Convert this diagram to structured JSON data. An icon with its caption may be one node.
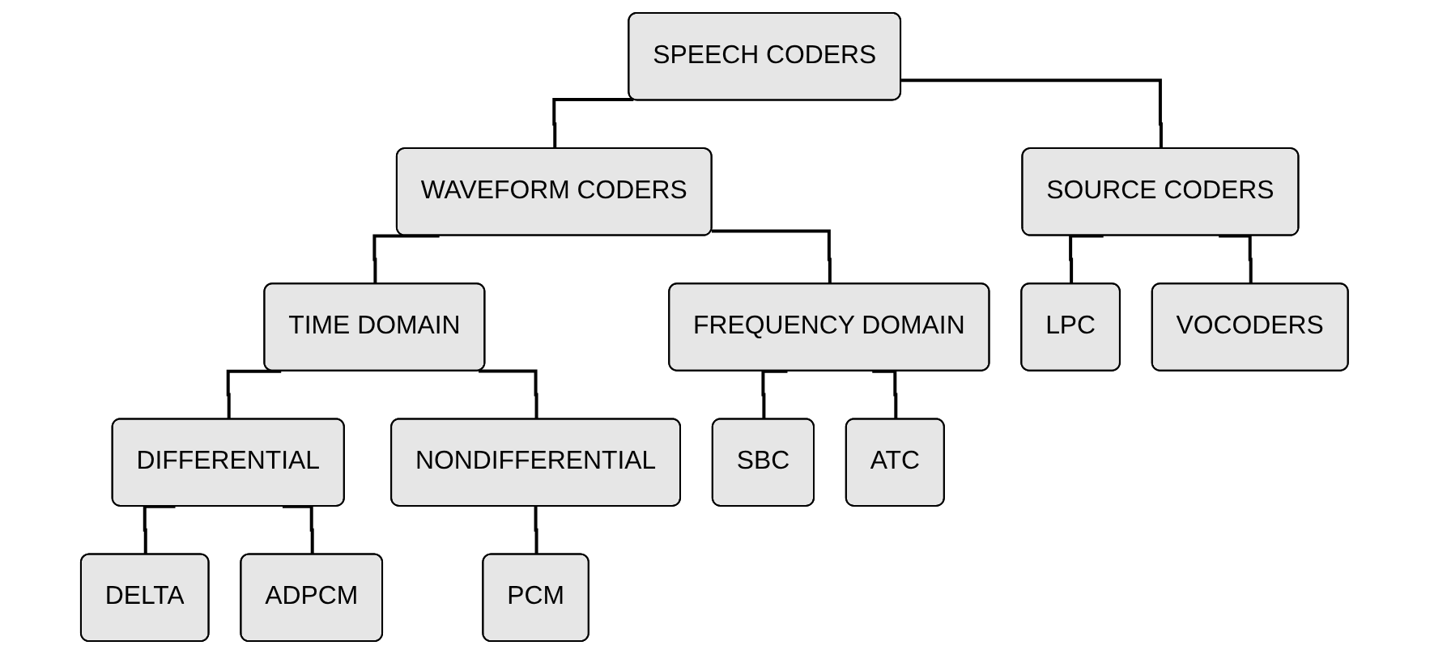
{
  "diagram": {
    "nodes": [
      {
        "text": [
          "SPEECH CODERS"
        ]
      },
      {
        "text": [
          "WAVEFORM CODERS"
        ]
      },
      {
        "text": [
          "SOURCE CODERS"
        ]
      },
      {
        "text": [
          "TIME DOMAIN"
        ]
      },
      {
        "text": [
          "FREQUENCY DOMAIN"
        ]
      },
      {
        "text": [
          "LPC"
        ]
      },
      {
        "text": [
          "VOCODERS"
        ]
      },
      {
        "text": [
          "DIFFERENTIAL"
        ]
      },
      {
        "text": [
          "SBC"
        ]
      },
      {
        "text": [
          "ATC"
        ]
      },
      {
        "text": [
          "DELTA"
        ]
      },
      {
        "text": [
          "ADPCM"
        ]
      },
      {
        "text": [
          "NONDIFFERENTIAL"
        ]
      },
      {
        "text": [
          "PCM"
        ]
      }
    ],
    "edges": [
      {
        "from": 0,
        "to": 1,
        "arrow": "none"
      },
      {
        "from": 0,
        "to": 2,
        "arrow": "none"
      },
      {
        "from": 1,
        "to": 3,
        "arrow": "none"
      },
      {
        "from": 1,
        "to": 4,
        "arrow": "none"
      },
      {
        "from": 2,
        "to": 5,
        "arrow": "none"
      },
      {
        "from": 2,
        "to": 6,
        "arrow": "none"
      },
      {
        "from": 3,
        "to": 7,
        "arrow": "none"
      },
      {
        "from": 7,
        "to": 10,
        "arrow": "none"
      },
      {
        "from": 7,
        "to": 11,
        "arrow": "none"
      },
      {
        "from": 3,
        "to": 12,
        "arrow": "none"
      },
      {
        "from": 12,
        "to": 13,
        "arrow": "none"
      },
      {
        "from": 4,
        "to": 8,
        "arrow": "none"
      },
      {
        "from": 4,
        "to": 9,
        "arrow": "none"
      }
    ]
  }
}
